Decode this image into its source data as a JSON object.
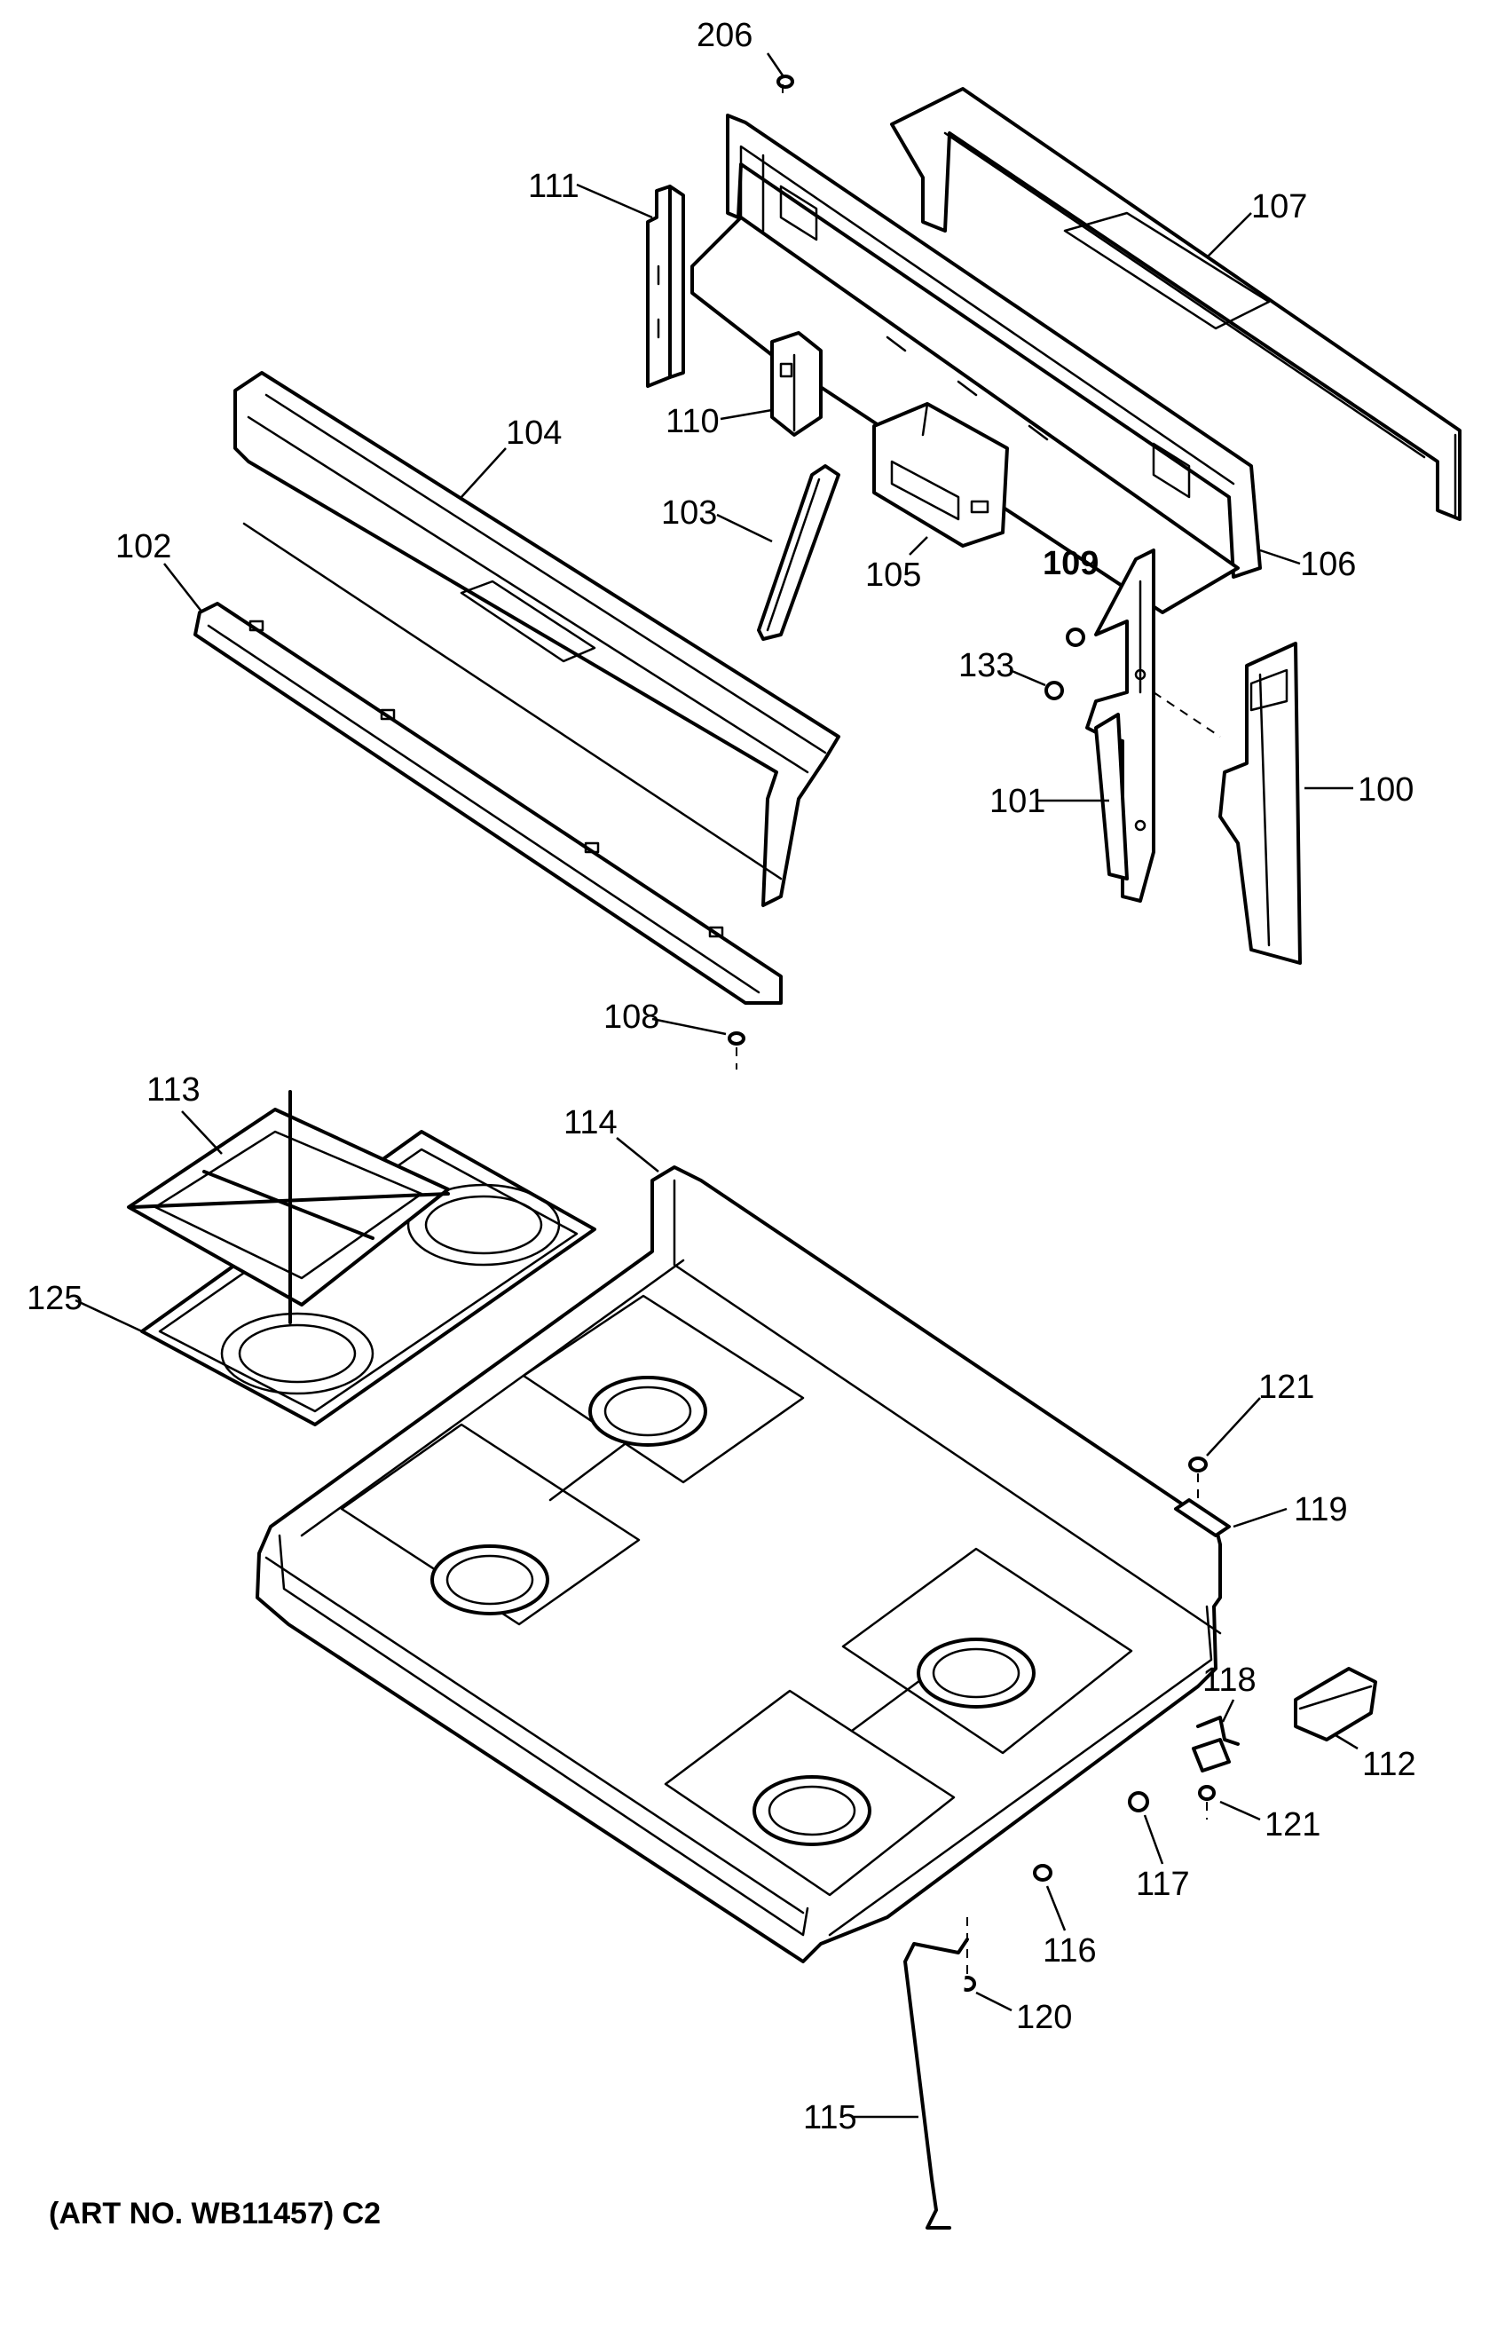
{
  "callouts": [
    {
      "id": "206"
    },
    {
      "id": "111"
    },
    {
      "id": "107"
    },
    {
      "id": "104"
    },
    {
      "id": "110"
    },
    {
      "id": "102"
    },
    {
      "id": "103"
    },
    {
      "id": "105"
    },
    {
      "id": "106"
    },
    {
      "id": "109"
    },
    {
      "id": "133"
    },
    {
      "id": "101"
    },
    {
      "id": "100"
    },
    {
      "id": "108"
    },
    {
      "id": "113"
    },
    {
      "id": "114"
    },
    {
      "id": "125"
    },
    {
      "id": "121"
    },
    {
      "id": "119"
    },
    {
      "id": "118"
    },
    {
      "id": "112"
    },
    {
      "id": "121"
    },
    {
      "id": "117"
    },
    {
      "id": "116"
    },
    {
      "id": "120"
    },
    {
      "id": "115"
    }
  ],
  "caption": "(ART NO. WB11457) C2"
}
